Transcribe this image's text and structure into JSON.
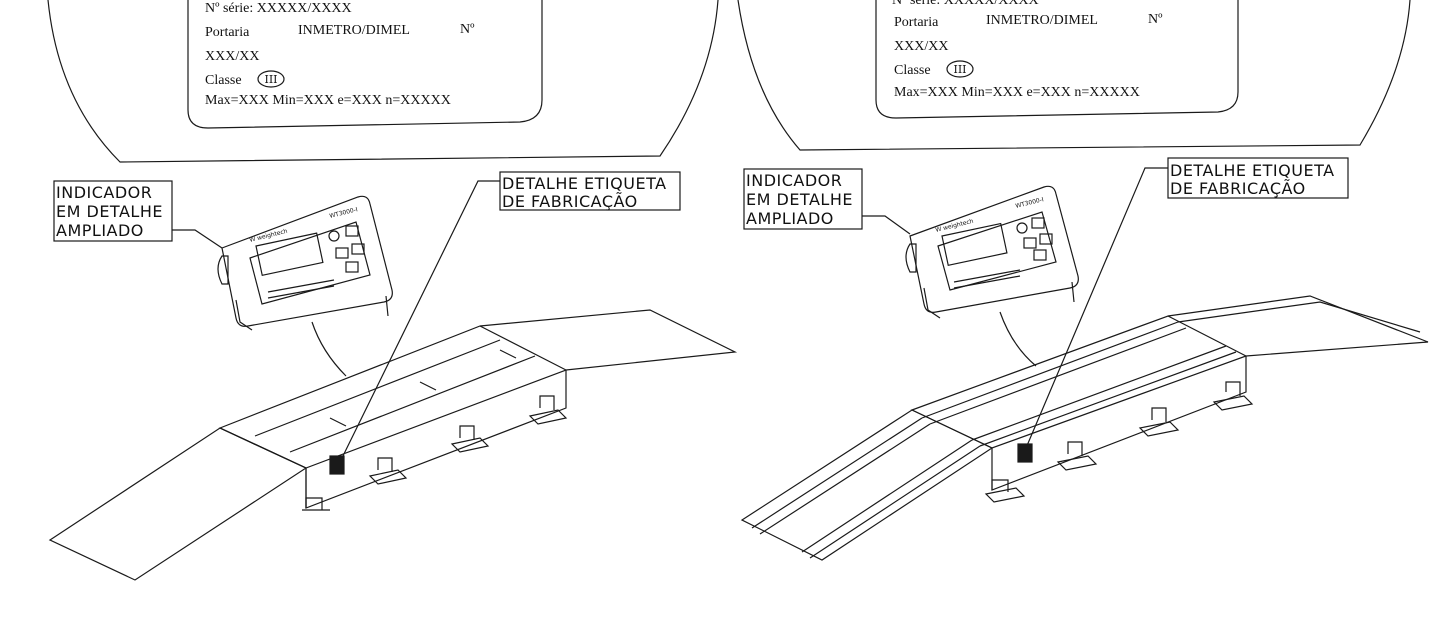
{
  "panels": [
    {
      "plate": {
        "line_serie": "Nº série: XXXXX/XXXX",
        "portaria_label": "Portaria",
        "portaria_value": "INMETRO/DIMEL",
        "portaria_no": "Nº",
        "portaria_code": "XXX/XX",
        "classe_label": "Classe",
        "classe_symbol": "III",
        "specs": "Max=XXX  Min=XXX  e=XXX  n=XXXXX"
      },
      "indicator_callout": [
        "INDICADOR",
        "EM DETALHE",
        "AMPLIADO"
      ],
      "label_callout": [
        "DETALHE ETIQUETA",
        "DE FABRICAÇÃO"
      ],
      "device_brand": "W weightech",
      "device_model": "WT3000-I"
    },
    {
      "plate": {
        "line_serie": "Nº série: XXXXX/XXXX",
        "portaria_label": "Portaria",
        "portaria_value": "INMETRO/DIMEL",
        "portaria_no": "Nº",
        "portaria_code": "XXX/XX",
        "classe_label": "Classe",
        "classe_symbol": "III",
        "specs": "Max=XXX  Min=XXX  e=XXX  n=XXXXX"
      },
      "indicator_callout": [
        "INDICADOR",
        "EM DETALHE",
        "AMPLIADO"
      ],
      "label_callout": [
        "DETALHE ETIQUETA",
        "DE FABRICAÇÃO"
      ],
      "device_brand": "W weightech",
      "device_model": "WT3000-I"
    }
  ]
}
